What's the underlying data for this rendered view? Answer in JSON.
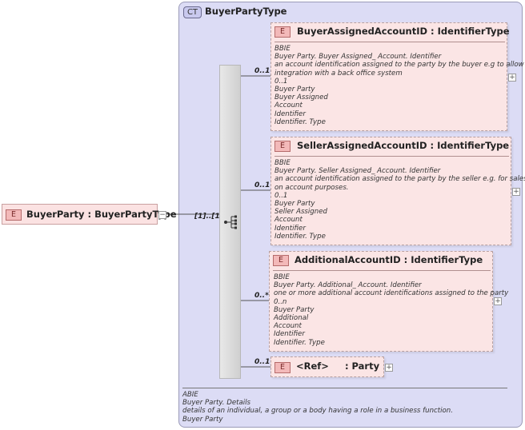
{
  "complex_type": {
    "badge": "CT",
    "name": "BuyerPartyType",
    "doc": [
      "ABIE",
      "Buyer Party. Details",
      "details of an individual, a group or a body having a role in a business function.",
      "Buyer Party"
    ]
  },
  "root_element": {
    "badge": "E",
    "label": "BuyerParty : BuyerPartyType",
    "collapse_symbol": "−"
  },
  "sequence": {
    "cardinality": "[1]..[1]"
  },
  "children": [
    {
      "badge": "E",
      "title": "BuyerAssignedAccountID : IdentifierType",
      "cardinality": "0..1",
      "expand_symbol": "+",
      "doc": [
        "BBIE",
        "Buyer Party. Buyer Assigned_ Account. Identifier",
        "an account identification assigned to the party by the buyer e.g to allow",
        "integration with a back office system",
        "0..1",
        "Buyer Party",
        "Buyer Assigned",
        "Account",
        "Identifier",
        "Identifier. Type"
      ]
    },
    {
      "badge": "E",
      "title": "SellerAssignedAccountID : IdentifierType",
      "cardinality": "0..1",
      "expand_symbol": "+",
      "doc": [
        "BBIE",
        "Buyer Party. Seller Assigned_ Account. Identifier",
        "an account identification assigned to the party by the seller e.g. for sales",
        "on account purposes.",
        "0..1",
        "Buyer Party",
        "Seller Assigned",
        "Account",
        "Identifier",
        "Identifier. Type"
      ]
    },
    {
      "badge": "E",
      "title": "AdditionalAccountID : IdentifierType",
      "cardinality": "0..*",
      "expand_symbol": "+",
      "doc": [
        "BBIE",
        "Buyer Party. Additional_ Account. Identifier",
        "one or more additional account identifications assigned to the party",
        "0..n",
        "Buyer Party",
        "Additional",
        "Account",
        "Identifier",
        "Identifier. Type"
      ]
    },
    {
      "badge": "E",
      "title": "<Ref>     : Party",
      "cardinality": "0..1",
      "expand_symbol": "+",
      "doc": []
    }
  ]
}
